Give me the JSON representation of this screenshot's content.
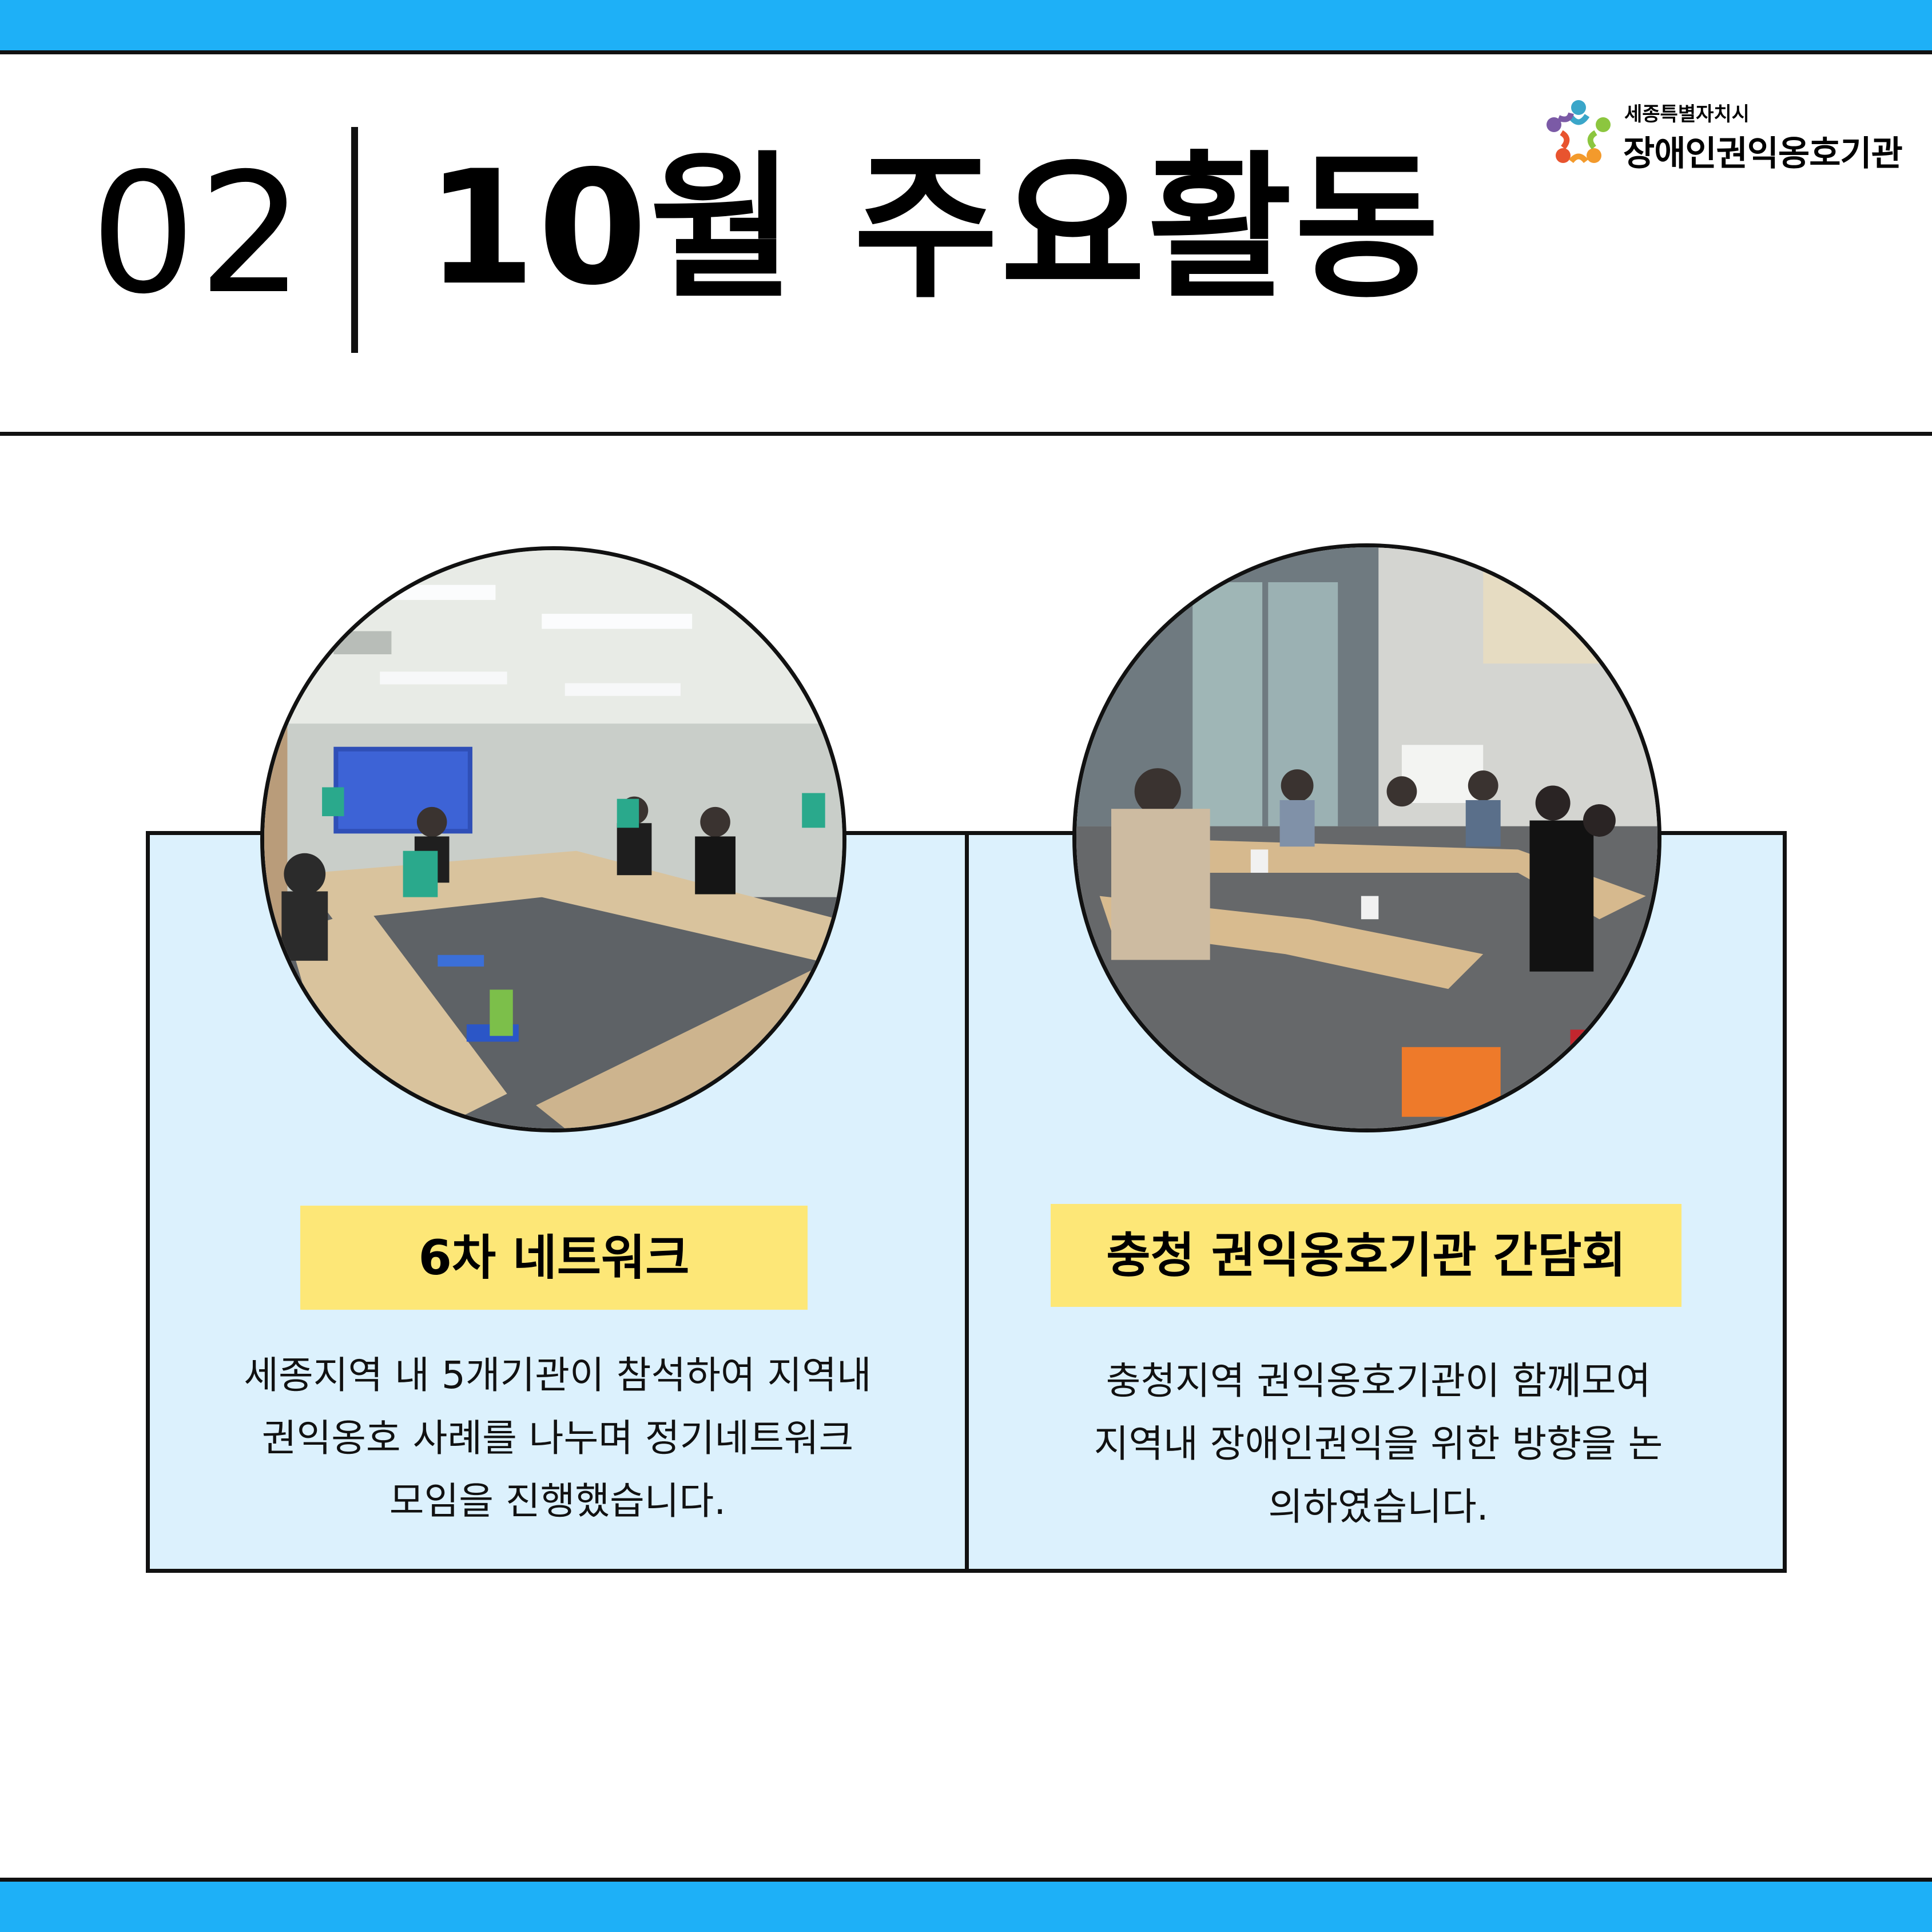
{
  "header": {
    "section_number": "02",
    "title": "10월 주요활동"
  },
  "logo": {
    "sub_text": "세종특별자치시",
    "main_text": "장애인권익옹호기관",
    "icon": "people-circle-logo-icon"
  },
  "activities": [
    {
      "photo_icon": "meeting-room-photo",
      "label": "6차 네트워크",
      "description_lines": [
        "세종지역 내 5개기관이 참석하여 지역내",
        "권익옹호 사례를 나누며 정기네트워크",
        "모임을 진행했습니다."
      ]
    },
    {
      "photo_icon": "roundtable-meeting-photo",
      "label": "충청 권익옹호기관 간담회",
      "description_lines": [
        "충청지역 권익옹호기관이 함께모여",
        "지역내 장애인권익을 위한 방향을 논",
        "의하였습니다."
      ]
    }
  ],
  "colors": {
    "band": "#1eb0f7",
    "card": "#dcf1fd",
    "label": "#fde777",
    "ink": "#111111"
  }
}
